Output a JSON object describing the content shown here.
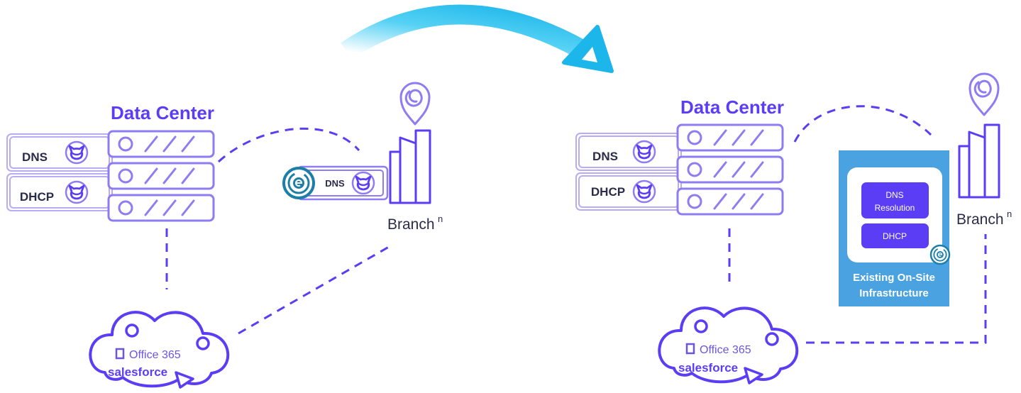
{
  "left": {
    "dc_title": "Data Center",
    "dns_label": "DNS",
    "dhcp_label": "DHCP",
    "branch_dns_label": "DNS",
    "branch_label": "Branch",
    "branch_sup": "n",
    "cloud_office": "Office 365",
    "cloud_salesforce": "salesforce"
  },
  "right": {
    "dc_title": "Data Center",
    "dns_label": "DNS",
    "dhcp_label": "DHCP",
    "branch_label": "Branch",
    "branch_sup": "n",
    "panel_dns_resolution_line1": "DNS",
    "panel_dns_resolution_line2": "Resolution",
    "panel_dhcp": "DHCP",
    "panel_caption_line1": "Existing On-Site",
    "panel_caption_line2": "Infrastructure",
    "cloud_office": "Office 365",
    "cloud_salesforce": "salesforce"
  },
  "colors": {
    "primary_purple": "#5b3df5",
    "light_purple": "#8e7cf2",
    "teal": "#1d7fa8",
    "panel_blue": "#4aa3e0",
    "arrow_cyan": "#2cc6f2"
  }
}
